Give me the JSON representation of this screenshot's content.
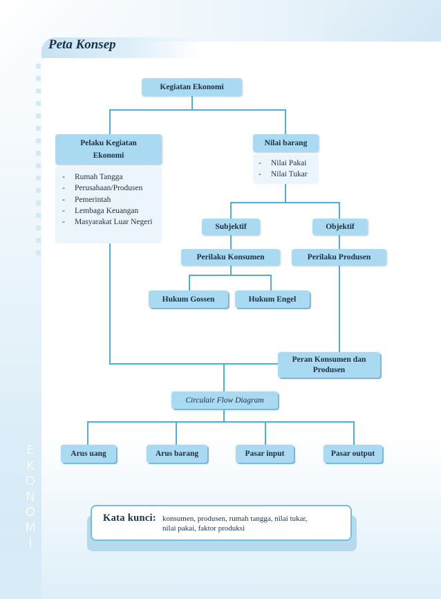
{
  "page": {
    "title": "Peta Konsep",
    "side_letters": [
      "E",
      "K",
      "O",
      "N",
      "O",
      "M",
      "I"
    ]
  },
  "colors": {
    "box_fill": "#a9daf2",
    "connector": "#4ab0d8",
    "panel_fill": "#ebf5fb"
  },
  "concept_map": {
    "root": "Kegiatan Ekonomi",
    "pelaku": {
      "label_line1": "Pelaku Kegiatan",
      "label_line2": "Ekonomi",
      "items": [
        "Rumah Tangga",
        "Perusahaan/Produsen",
        "Pemerintah",
        "Lembaga Keuangan",
        "Masyarakat Luar Negeri"
      ]
    },
    "nilai": {
      "label": "Nilai barang",
      "items": [
        "Nilai Pakai",
        "Nilai Tukar"
      ]
    },
    "subjektif": "Subjektif",
    "objektif": "Objektif",
    "perilaku_konsumen": "Perilaku Konsumen",
    "perilaku_produsen": "Perilaku Produsen",
    "hukum_gossen": "Hukum Gossen",
    "hukum_engel": "Hukum Engel",
    "peran": {
      "line1": "Peran Konsumen dan",
      "line2": "Produsen"
    },
    "circular_flow": "Circulair Flow Diagram",
    "outputs": [
      "Arus uang",
      "Arus barang",
      "Pasar input",
      "Pasar output"
    ]
  },
  "kata_kunci": {
    "label": "Kata kunci:",
    "line1": "konsumen, produsen, rumah tangga, nilai tukar,",
    "line2": "nilai pakai, faktor produksi"
  }
}
